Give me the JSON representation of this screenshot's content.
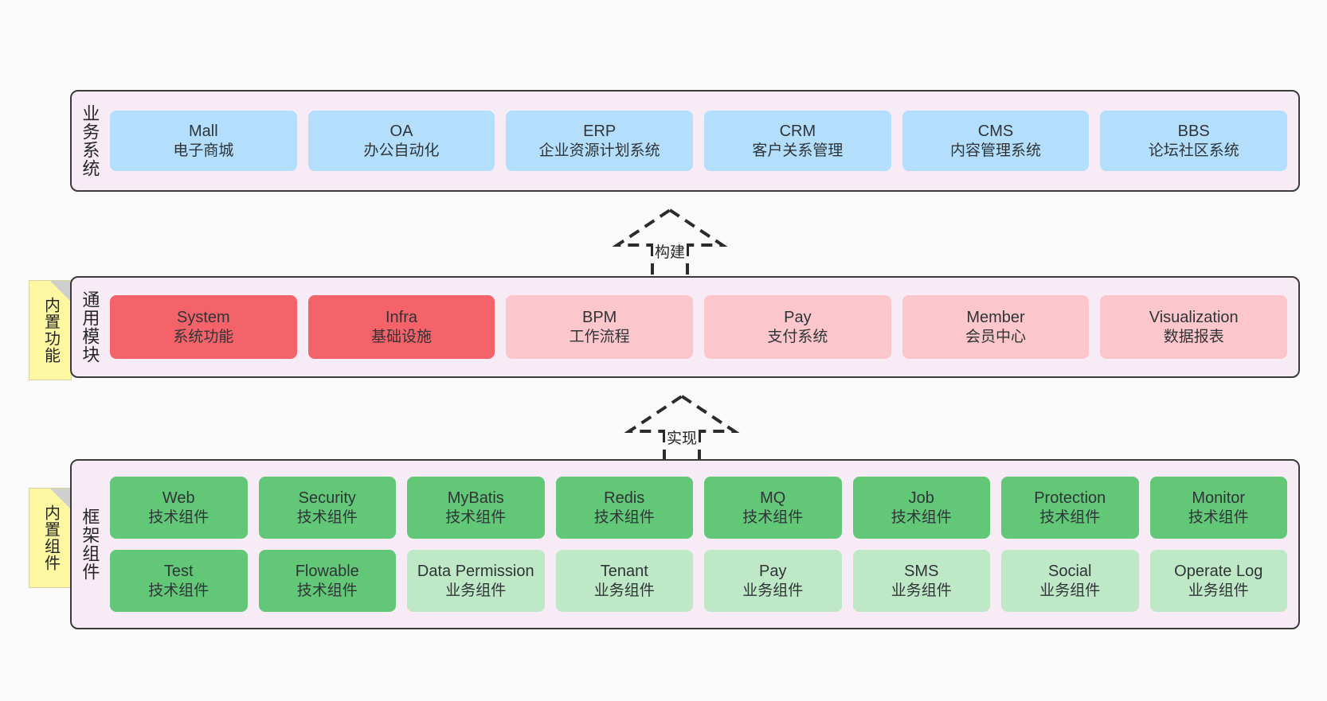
{
  "diagram": {
    "background_color": "#fafafa",
    "container_color": "#f7ecf6",
    "border_color": "#3b3b3b"
  },
  "layers": [
    {
      "id": "business-system",
      "label": "业务系统",
      "node_color": "#b3dffc",
      "rows": [
        {
          "nodes": [
            {
              "title": "Mall",
              "sub": "电子商城",
              "style": "blue"
            },
            {
              "title": "OA",
              "sub": "办公自动化",
              "style": "blue"
            },
            {
              "title": "ERP",
              "sub": "企业资源计划系统",
              "style": "blue"
            },
            {
              "title": "CRM",
              "sub": "客户关系管理",
              "style": "blue"
            },
            {
              "title": "CMS",
              "sub": "内容管理系统",
              "style": "blue"
            },
            {
              "title": "BBS",
              "sub": "论坛社区系统",
              "style": "blue"
            }
          ]
        }
      ]
    },
    {
      "id": "common-module",
      "label": "通用模块",
      "node_color": "#fbc6cc",
      "rows": [
        {
          "nodes": [
            {
              "title": "System",
              "sub": "系统功能",
              "style": "red"
            },
            {
              "title": "Infra",
              "sub": "基础设施",
              "style": "red"
            },
            {
              "title": "BPM",
              "sub": "工作流程",
              "style": "pink"
            },
            {
              "title": "Pay",
              "sub": "支付系统",
              "style": "pink"
            },
            {
              "title": "Member",
              "sub": "会员中心",
              "style": "pink"
            },
            {
              "title": "Visualization",
              "sub": "数据报表",
              "style": "pink"
            }
          ]
        }
      ]
    },
    {
      "id": "framework-component",
      "label": "框架组件",
      "node_color": "#62c878",
      "rows": [
        {
          "nodes": [
            {
              "title": "Web",
              "sub": "技术组件",
              "style": "green"
            },
            {
              "title": "Security",
              "sub": "技术组件",
              "style": "green"
            },
            {
              "title": "MyBatis",
              "sub": "技术组件",
              "style": "green"
            },
            {
              "title": "Redis",
              "sub": "技术组件",
              "style": "green"
            },
            {
              "title": "MQ",
              "sub": "技术组件",
              "style": "green"
            },
            {
              "title": "Job",
              "sub": "技术组件",
              "style": "green"
            },
            {
              "title": "Protection",
              "sub": "技术组件",
              "style": "green"
            },
            {
              "title": "Monitor",
              "sub": "技术组件",
              "style": "green"
            }
          ]
        },
        {
          "nodes": [
            {
              "title": "Test",
              "sub": "技术组件",
              "style": "green"
            },
            {
              "title": "Flowable",
              "sub": "技术组件",
              "style": "green"
            },
            {
              "title": "Data Permission",
              "sub": "业务组件",
              "style": "lgreen"
            },
            {
              "title": "Tenant",
              "sub": "业务组件",
              "style": "lgreen"
            },
            {
              "title": "Pay",
              "sub": "业务组件",
              "style": "lgreen"
            },
            {
              "title": "SMS",
              "sub": "业务组件",
              "style": "lgreen"
            },
            {
              "title": "Social",
              "sub": "业务组件",
              "style": "lgreen"
            },
            {
              "title": "Operate Log",
              "sub": "业务组件",
              "style": "lgreen"
            }
          ]
        }
      ]
    }
  ],
  "sticky_notes": [
    {
      "id": "builtin-feature",
      "label": "内置功能",
      "color": "#fcf7a0"
    },
    {
      "id": "builtin-component",
      "label": "内置组件",
      "color": "#fcf7a0"
    }
  ],
  "arrows": [
    {
      "id": "build-arrow",
      "label": "构建",
      "style": "dashed-generalization",
      "direction": "up"
    },
    {
      "id": "implement-arrow",
      "label": "实现",
      "style": "dashed-generalization",
      "direction": "up"
    }
  ]
}
